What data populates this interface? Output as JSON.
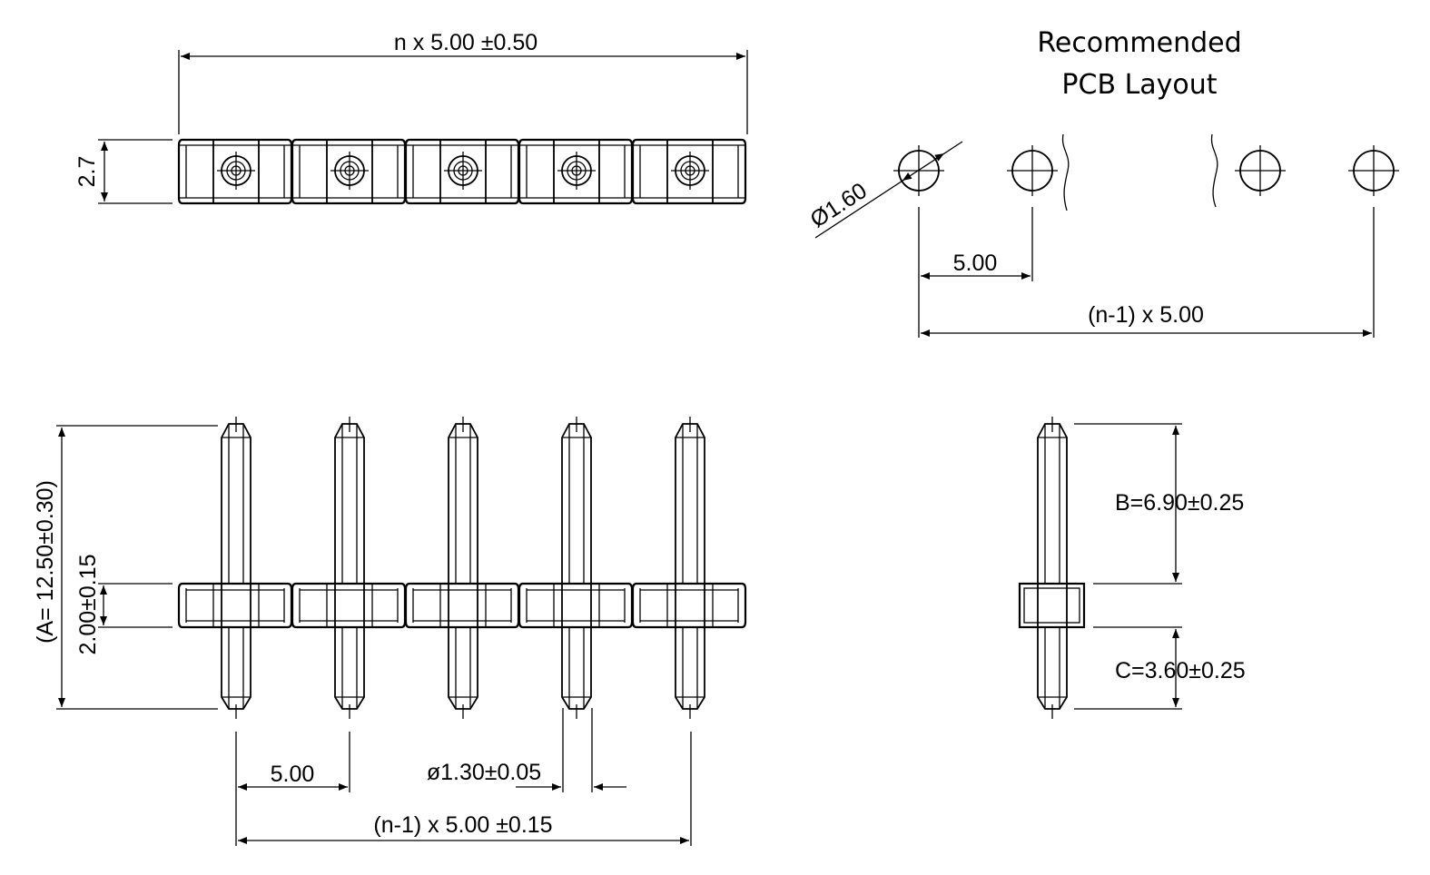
{
  "pcb_layout": {
    "title_line1": "Recommended",
    "title_line2": "PCB Layout",
    "hole_diameter": "Ø1.60",
    "pitch": "5.00",
    "span": "(n-1) x 5.00"
  },
  "top_view": {
    "overall_length": "n x 5.00 ±0.50",
    "height": "2.7",
    "pin_count": 5
  },
  "front_view": {
    "total_length": "(A= 12.50±0.30)",
    "body_height": "2.00±0.15",
    "pitch": "5.00",
    "pin_diameter": "ø1.30±0.05",
    "span": "(n-1) x 5.00 ±0.15"
  },
  "side_view": {
    "upper_pin": "B=6.90±0.25",
    "lower_pin": "C=3.60±0.25"
  }
}
